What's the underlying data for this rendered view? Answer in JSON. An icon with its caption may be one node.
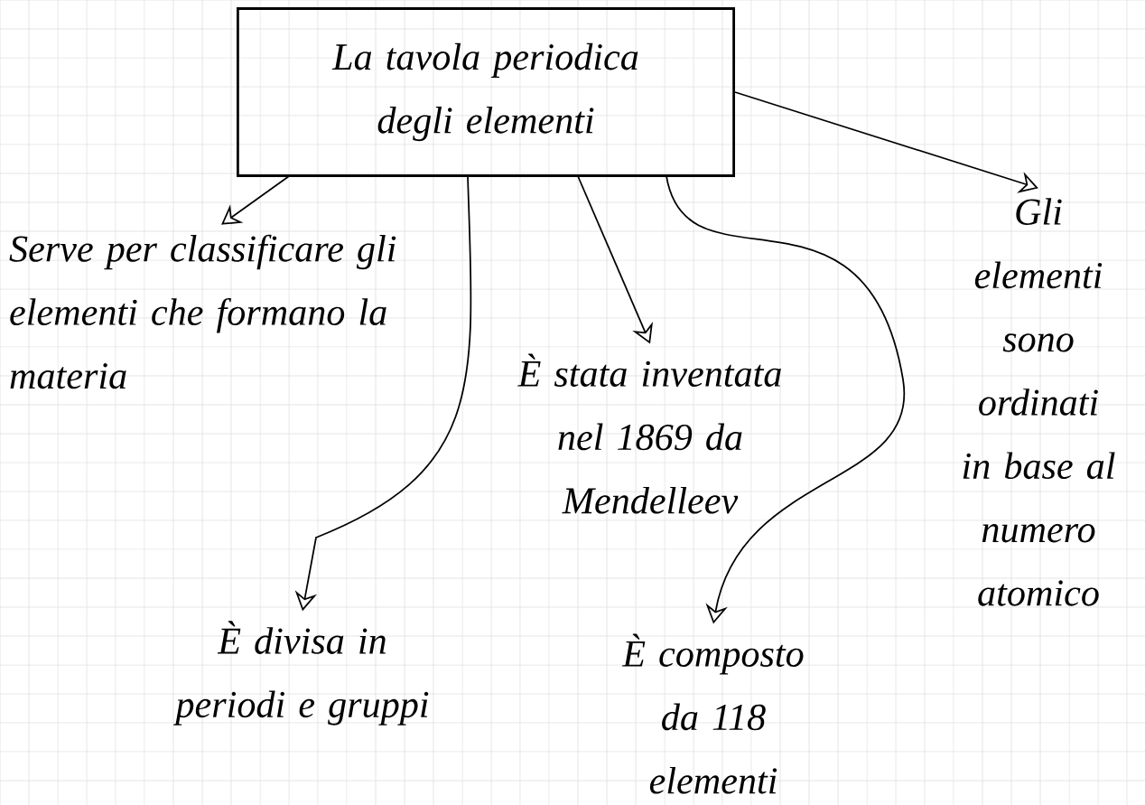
{
  "diagram": {
    "nodes": [
      {
        "text": [
          "La tavola periodica degli elementi"
        ]
      },
      {
        "text": [
          "Serve per classificare gli elementi che formano la materia"
        ]
      },
      {
        "text": [
          "È divisa in periodi e gruppi"
        ]
      },
      {
        "text": [
          "È stata inventata nel 1869 da Mendelleev"
        ]
      },
      {
        "text": [
          "È composto da 118 elementi"
        ]
      },
      {
        "text": [
          "Gli elementi sono ordinati in base al numero atomico"
        ]
      }
    ],
    "edges": [
      {
        "from": 0,
        "to": 1,
        "arrow": "to"
      },
      {
        "from": 0,
        "to": 2,
        "arrow": "to"
      },
      {
        "from": 0,
        "to": 3,
        "arrow": "to"
      },
      {
        "from": 0,
        "to": 4,
        "arrow": "to"
      },
      {
        "from": 0,
        "to": 5,
        "arrow": "to"
      }
    ]
  }
}
